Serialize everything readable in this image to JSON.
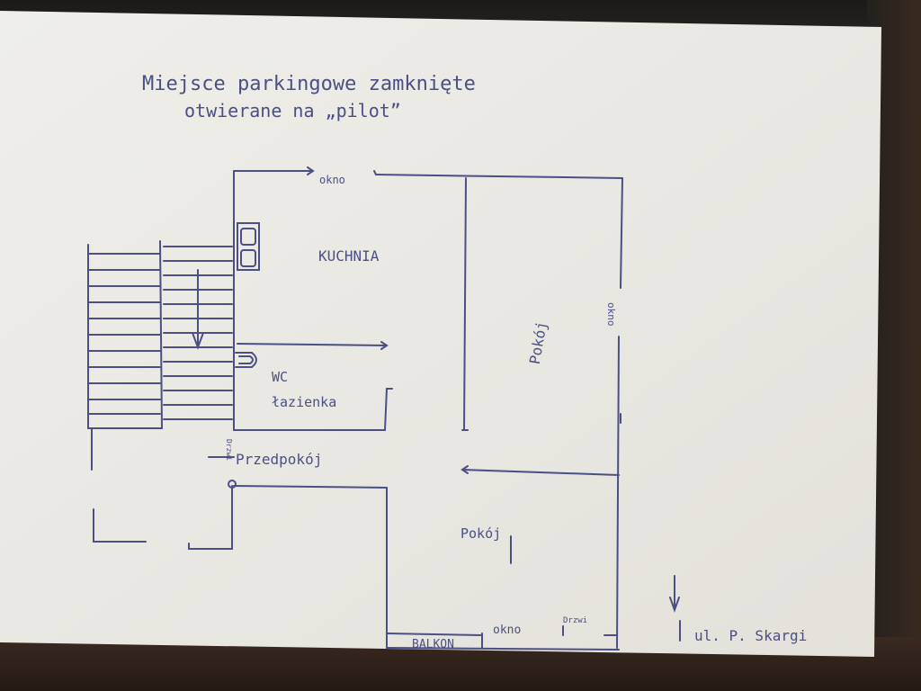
{
  "header": {
    "line1": "Miejsce parkingowe zamknięte",
    "line2": "otwierane na „pilot”"
  },
  "rooms": {
    "kitchen": "KUCHNIA",
    "wc_line1": "WC",
    "wc_line2": "łazienka",
    "room_top": "Pokój",
    "room_bottom": "Pokój",
    "hall": "Przedpokój"
  },
  "labels": {
    "window_top": "okno",
    "window_right": "okno",
    "window_bottom": "okno",
    "door_bottom": "Drzwi",
    "door_hall": "Drzwi",
    "balcony": "BALKON",
    "street": "ul. P. Skargi"
  },
  "colors": {
    "ink": "#4b4f86",
    "paper": "#ecebe6"
  }
}
